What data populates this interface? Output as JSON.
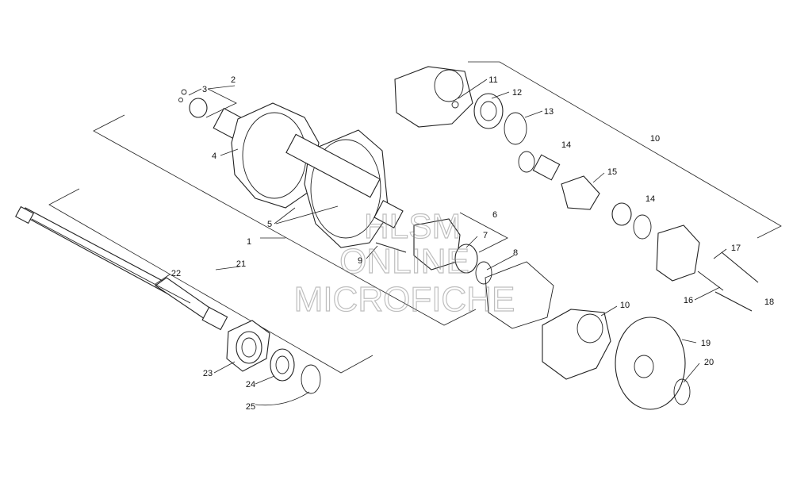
{
  "watermark": {
    "line1": "HLSM",
    "line2": "ONLINE",
    "line3": "MICROFICHE"
  },
  "callouts": [
    "1",
    "2",
    "3",
    "4",
    "5",
    "6",
    "7",
    "8",
    "9",
    "10",
    "10",
    "11",
    "12",
    "13",
    "14",
    "14",
    "15",
    "16",
    "17",
    "18",
    "19",
    "20",
    "21",
    "22",
    "23",
    "24",
    "25"
  ]
}
